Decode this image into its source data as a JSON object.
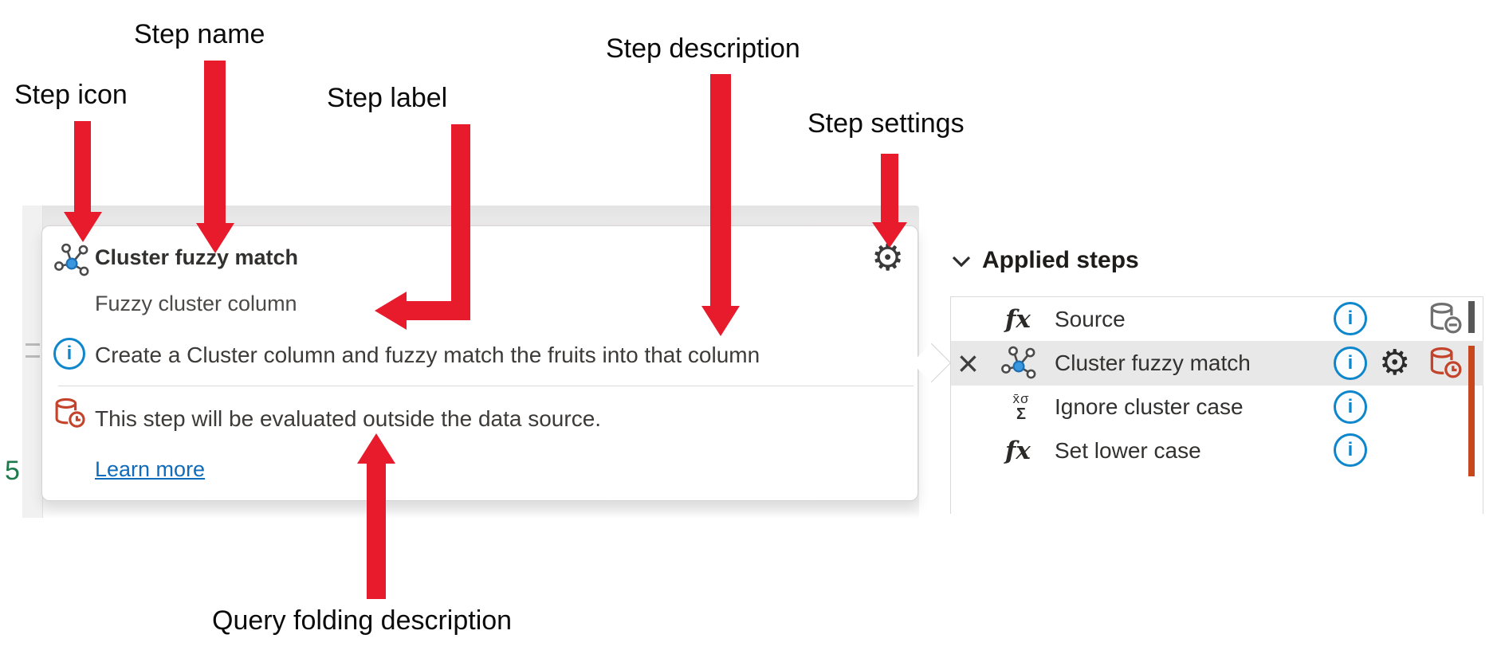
{
  "annotations": {
    "step_icon": "Step icon",
    "step_name": "Step name",
    "step_label": "Step label",
    "step_description": "Step description",
    "step_settings": "Step settings",
    "query_folding": "Query folding description"
  },
  "tooltip": {
    "title": "Cluster fuzzy match",
    "label": "Fuzzy cluster column",
    "description": "Create a Cluster column and fuzzy match the fruits into that column",
    "folding_text": "This step will be evaluated outside the data source.",
    "learn_more_label": "Learn more"
  },
  "applied_steps": {
    "heading": "Applied steps",
    "steps": [
      {
        "name": "Source",
        "icon": "fx-icon",
        "has_info": true,
        "has_settings": false,
        "folding_badge": "database-minus"
      },
      {
        "name": "Cluster fuzzy match",
        "icon": "cluster-icon",
        "has_info": true,
        "has_settings": true,
        "folding_badge": "database-clock",
        "selected": true,
        "has_close": true
      },
      {
        "name": "Ignore cluster case",
        "icon": "aggregate-sigma-icon",
        "has_info": true
      },
      {
        "name": "Set lower case",
        "icon": "fx-icon",
        "has_info": true
      }
    ]
  },
  "editor": {
    "code_fragment": "5"
  },
  "glyphs": {
    "gear": "⚙",
    "close": "×",
    "info": "i",
    "fx": "fx",
    "sigma_top": "x̄σ",
    "sigma_bottom": "Σ"
  },
  "colors": {
    "annotation_arrow_red": "#e81b2c",
    "link_blue": "#0f6cbd",
    "info_blue": "#0e86cc",
    "folding_rust": "#c4432b",
    "folding_bar_orange": "#c8481d",
    "not_folded_bar_gray": "#575757",
    "selected_row_bg": "#e8e8e8",
    "cluster_node_blue": "#3a96dd"
  }
}
